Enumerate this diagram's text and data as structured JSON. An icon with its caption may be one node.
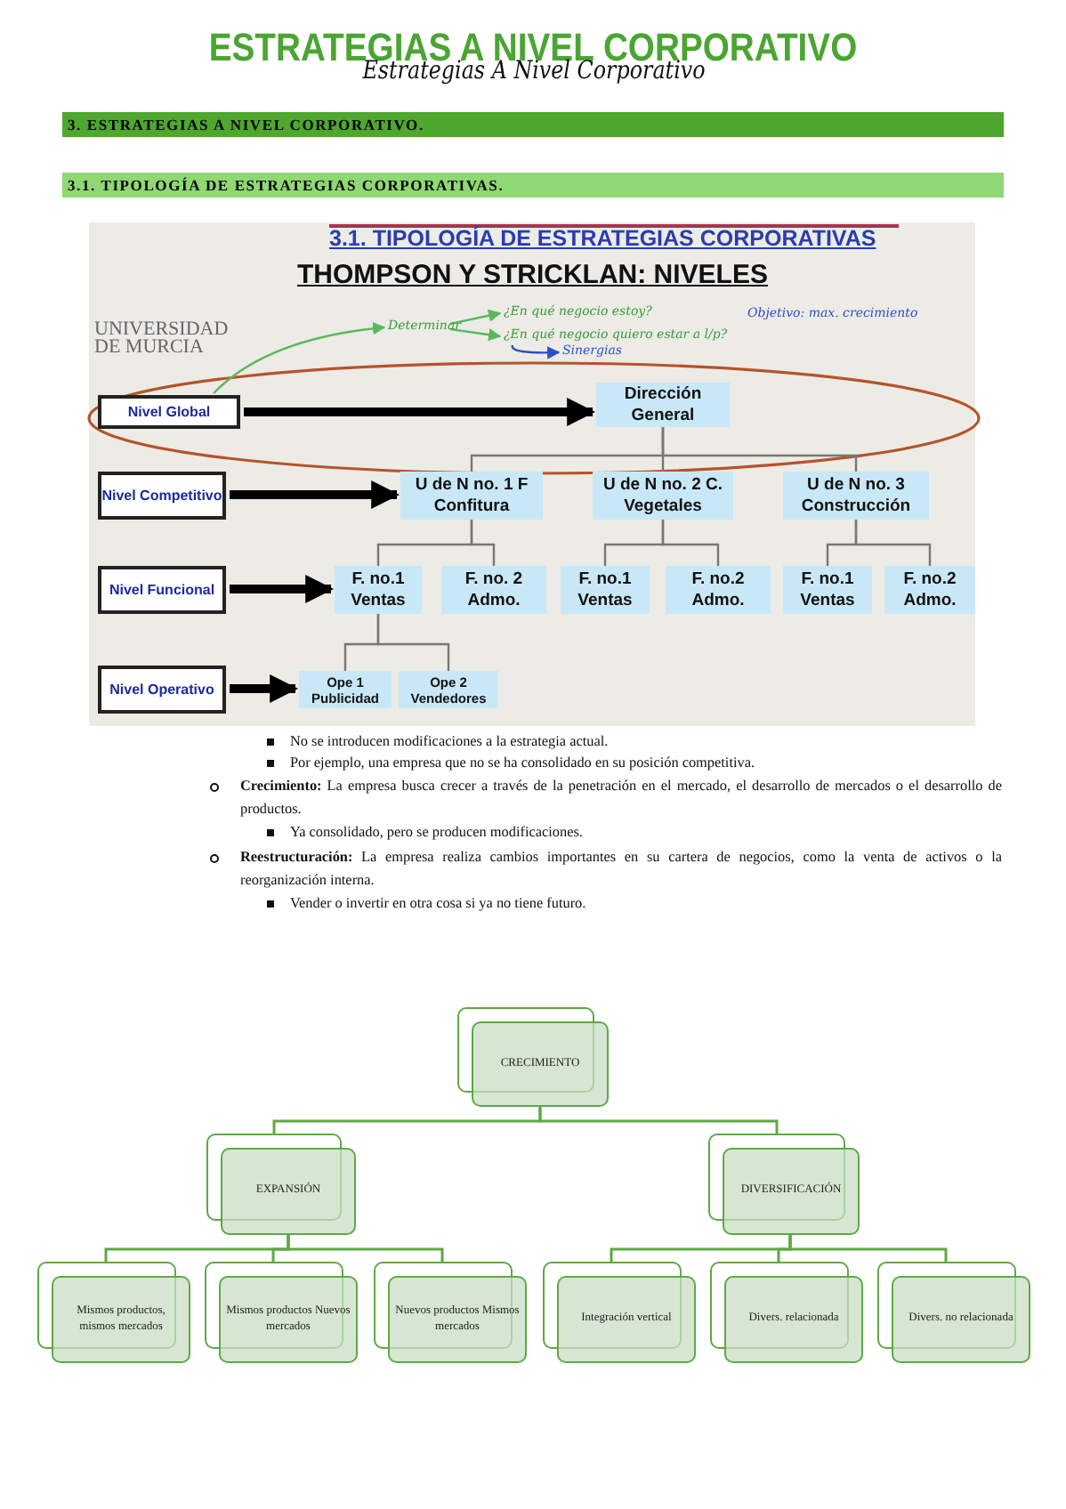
{
  "diagram": {
    "title": "ESTRATEGIAS A NIVEL CORPORATIVO",
    "nodes": [
      {
        "text": [
          "Nivel Global"
        ]
      },
      {
        "text": [
          "Dirección General"
        ]
      },
      {
        "text": [
          "Nivel Competitivo"
        ]
      },
      {
        "text": [
          "U de N no. 1 F Confitura"
        ]
      },
      {
        "text": [
          "U de N no. 2 C. Vegetales"
        ]
      },
      {
        "text": [
          "U de N no. 3 Construcción"
        ]
      },
      {
        "text": [
          "Nivel Funcional"
        ]
      },
      {
        "text": [
          "F. no.1 Ventas"
        ]
      },
      {
        "text": [
          "F. no. 2 Admo."
        ]
      },
      {
        "text": [
          "F. no.1 Ventas"
        ]
      },
      {
        "text": [
          "F. no.2 Admo."
        ]
      },
      {
        "text": [
          "F. no.1 Ventas"
        ]
      },
      {
        "text": [
          "F. no.2 Admo."
        ]
      },
      {
        "text": [
          "Nivel Operativo"
        ]
      },
      {
        "text": [
          "Ope 1 Publicidad"
        ]
      },
      {
        "text": [
          "Ope 2 Vendedores"
        ]
      },
      {
        "text": [
          "Determinar"
        ]
      },
      {
        "text": [
          "¿En qué negocio estoy?"
        ]
      },
      {
        "text": [
          "¿En qué negocio quiero estar a l/p?"
        ]
      },
      {
        "text": [
          "Sinergias"
        ]
      },
      {
        "text": [
          "CRECIMIENTO"
        ]
      },
      {
        "text": [
          "EXPANSIÓN"
        ]
      },
      {
        "text": [
          "DIVERSIFICACIÓN"
        ]
      },
      {
        "text": [
          "Mismos productos, mismos mercados"
        ]
      },
      {
        "text": [
          "Mismos productos Nuevos mercados"
        ]
      },
      {
        "text": [
          "Nuevos productos Mismos mercados"
        ]
      },
      {
        "text": [
          "Integración vertical"
        ]
      },
      {
        "text": [
          "Divers. relacionada"
        ]
      },
      {
        "text": [
          "Divers. no relacionada"
        ]
      }
    ],
    "edges": [
      {
        "from": 0,
        "to": 1,
        "arrow": "to",
        "style": "thick",
        "color": "#000000"
      },
      {
        "from": 2,
        "to": 3,
        "arrow": "to",
        "style": "thick",
        "color": "#000000"
      },
      {
        "from": 6,
        "to": 7,
        "arrow": "to",
        "style": "thick",
        "color": "#000000"
      },
      {
        "from": 13,
        "to": 14,
        "arrow": "to",
        "style": "thick",
        "color": "#000000"
      },
      {
        "from": 1,
        "to": 3,
        "arrow": "none"
      },
      {
        "from": 1,
        "to": 4,
        "arrow": "none"
      },
      {
        "from": 1,
        "to": 5,
        "arrow": "none"
      },
      {
        "from": 3,
        "to": 7,
        "arrow": "none"
      },
      {
        "from": 3,
        "to": 8,
        "arrow": "none"
      },
      {
        "from": 4,
        "to": 9,
        "arrow": "none"
      },
      {
        "from": 4,
        "to": 10,
        "arrow": "none"
      },
      {
        "from": 5,
        "to": 11,
        "arrow": "none"
      },
      {
        "from": 5,
        "to": 12,
        "arrow": "none"
      },
      {
        "from": 7,
        "to": 14,
        "arrow": "none"
      },
      {
        "from": 7,
        "to": 15,
        "arrow": "none"
      },
      {
        "from": 0,
        "to": 16,
        "arrow": "to",
        "color": "#5cb85c"
      },
      {
        "from": 16,
        "to": 17,
        "arrow": "to",
        "color": "#5cb85c"
      },
      {
        "from": 16,
        "to": 18,
        "arrow": "to",
        "color": "#5cb85c"
      },
      {
        "from": 18,
        "to": 19,
        "arrow": "to",
        "color": "#2e4fc4"
      },
      {
        "from": 20,
        "to": 21,
        "arrow": "none",
        "color": "#5fa845"
      },
      {
        "from": 20,
        "to": 22,
        "arrow": "none",
        "color": "#5fa845"
      },
      {
        "from": 21,
        "to": 23,
        "arrow": "none",
        "color": "#5fa845"
      },
      {
        "from": 21,
        "to": 24,
        "arrow": "none",
        "color": "#5fa845"
      },
      {
        "from": 21,
        "to": 25,
        "arrow": "none",
        "color": "#5fa845"
      },
      {
        "from": 22,
        "to": 26,
        "arrow": "none",
        "color": "#5fa845"
      },
      {
        "from": 22,
        "to": 27,
        "arrow": "none",
        "color": "#5fa845"
      },
      {
        "from": 22,
        "to": 28,
        "arrow": "none",
        "color": "#5fa845"
      }
    ],
    "labels": [
      "Estrategias A Nivel Corporativo",
      "3. ESTRATEGIAS A NIVEL CORPORATIVO.",
      "3.1. TIPOLOGÍA DE ESTRATEGIAS CORPORATIVAS.",
      "3.1. TIPOLOGÍA DE ESTRATEGIAS CORPORATIVAS",
      "THOMPSON Y STRICKLAN: NIVELES",
      "UNIVERSIDAD DE MURCIA",
      "Objetivo: max. crecimiento",
      "No se introducen modificaciones a la estrategia actual.",
      "Por ejemplo, una empresa que no se ha consolidado en su posición competitiva.",
      "**Crecimiento:** La empresa busca crecer a través de la penetración en el mercado, el desarrollo de mercados o el desarrollo de productos.",
      "Ya consolidado, pero se producen modificaciones.",
      "**Reestructuración:** La empresa realiza cambios importantes en su cartera de negocios, como la venta de activos o la reorganización interna.",
      "Vender o invertir en otra cosa si ya no tiene futuro."
    ]
  }
}
